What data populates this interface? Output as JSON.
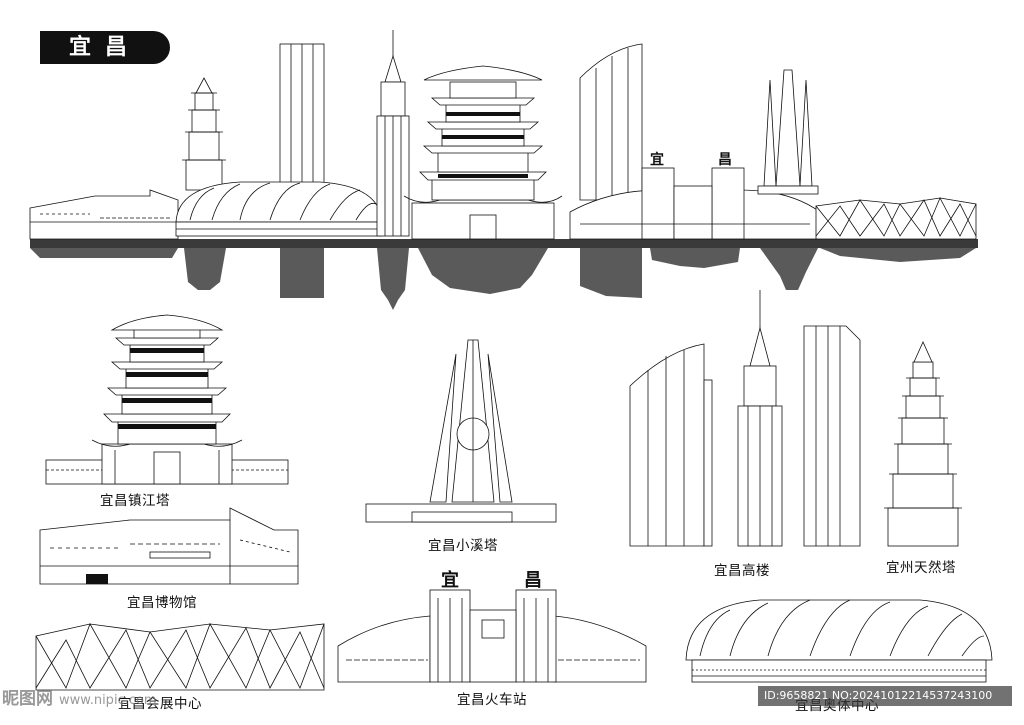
{
  "header": {
    "title": "宜昌"
  },
  "sign_chars": {
    "left": "宜",
    "right": "昌"
  },
  "captions": {
    "zhenjiang_tower": "宜昌镇江塔",
    "museum": "宜昌博物馆",
    "xiaoxi_tower": "宜昌小溪塔",
    "railway_station": "宜昌火车站",
    "high_rises": "宜昌高楼",
    "tianran_tower": "宜州天然塔",
    "convention_center": "宜昌会展中心",
    "olympic_center": "宜昌奥体中心"
  },
  "watermark": {
    "site": "昵图网",
    "url": "www.nipic.com",
    "id_text": "ID:9658821 NO:20241012214537243100"
  },
  "colors": {
    "ink": "#111111",
    "reflection": "#5a5a5a",
    "ground": "#3a3a3a"
  }
}
